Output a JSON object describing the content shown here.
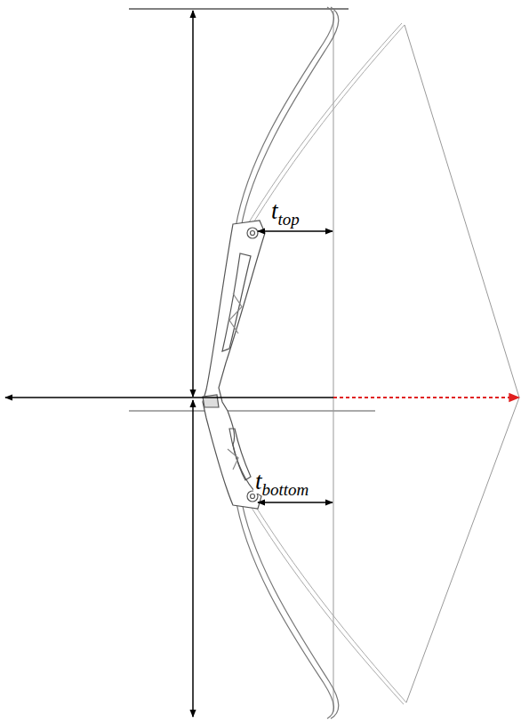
{
  "diagram": {
    "labels": [
      "t",
      "top",
      "t",
      "bottom"
    ]
  }
}
